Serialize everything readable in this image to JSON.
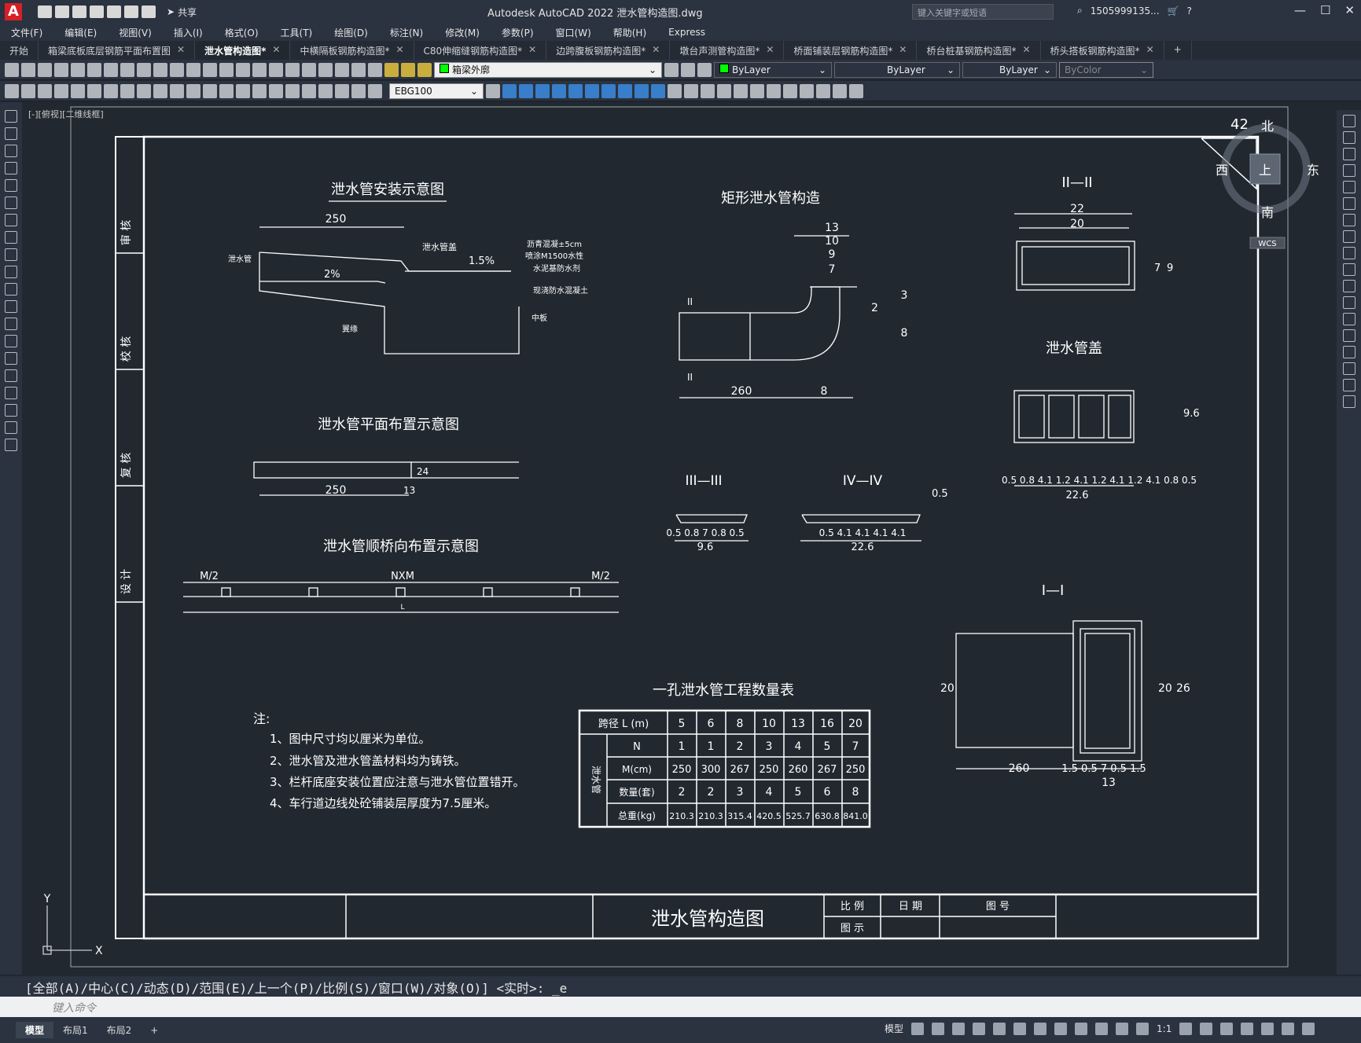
{
  "window": {
    "title": "Autodesk AutoCAD 2022    泄水管构造图.dwg",
    "search_placeholder": "键入关键字或短语",
    "user": "1505999135...",
    "share": "共享"
  },
  "menu": [
    "文件(F)",
    "编辑(E)",
    "视图(V)",
    "插入(I)",
    "格式(O)",
    "工具(T)",
    "绘图(D)",
    "标注(N)",
    "修改(M)",
    "参数(P)",
    "窗口(W)",
    "帮助(H)",
    "Express"
  ],
  "tabs": [
    {
      "label": "开始",
      "active": false,
      "closable": false
    },
    {
      "label": "箱梁底板底层钢筋平面布置图",
      "active": false,
      "closable": true
    },
    {
      "label": "泄水管构造图*",
      "active": true,
      "closable": true
    },
    {
      "label": "中横隔板钢筋构造图*",
      "active": false,
      "closable": true
    },
    {
      "label": "C80伸缩缝钢筋构造图*",
      "active": false,
      "closable": true
    },
    {
      "label": "边跨腹板钢筋构造图*",
      "active": false,
      "closable": true
    },
    {
      "label": "墩台声测管构造图*",
      "active": false,
      "closable": true
    },
    {
      "label": "桥面铺装层钢筋构造图*",
      "active": false,
      "closable": true
    },
    {
      "label": "桥台桩基钢筋构造图*",
      "active": false,
      "closable": true
    },
    {
      "label": "桥头搭板钢筋构造图*",
      "active": false,
      "closable": true
    }
  ],
  "toolbar": {
    "layer": "箱梁外廓",
    "color": "ByLayer",
    "linetype": "ByLayer",
    "lineweight": "ByLayer",
    "plotstyle": "ByColor",
    "dimstyle": "EBG100"
  },
  "viewport": {
    "label": "[-][俯视][二维线框]",
    "compass": {
      "n": "北",
      "s": "南",
      "e": "东",
      "w": "西",
      "top": "上",
      "wcs": "WCS"
    }
  },
  "drawing": {
    "title_block": {
      "name": "泄水管构造图",
      "scale": "比 例",
      "date": "日 期",
      "sheet_no": "图 号",
      "figure": "图 示"
    },
    "side_labels": [
      "审 核",
      "校 核",
      "复 核",
      "设 计"
    ],
    "views": {
      "install": "泄水管安装示意图",
      "rect": "矩形泄水管构造",
      "section_2": "II—II",
      "cover": "泄水管盖",
      "plan": "泄水管平面布置示意图",
      "section_3": "III—III",
      "section_4": "IV—IV",
      "along": "泄水管顺桥向布置示意图",
      "section_1": "I—I",
      "table": "一孔泄水管工程数量表"
    },
    "install_labels": {
      "dim": "250",
      "cover": "泄水管盖",
      "pipe": "泄水管",
      "slope1": "1.5%",
      "slope2": "2%",
      "n1": "沥青混凝±5cm",
      "n2": "喷涂M1500水性",
      "n3": "水泥基防水剂",
      "n4": "现浇防水混凝土",
      "web": "中板",
      "slab": "翼缘"
    },
    "notes": {
      "head": "注:",
      "items": [
        "1、图中尺寸均以厘米为单位。",
        "2、泄水管及泄水管盖材料均为铸铁。",
        "3、栏杆底座安装位置应注意与泄水管位置错开。",
        "4、车行道边线处砼铺装层厚度为7.5厘米。"
      ]
    },
    "along_labels": {
      "left": "M/2",
      "mid": "NXM",
      "right": "M/2",
      "bottom": "L"
    },
    "table": {
      "span_header": "跨径 L (m)",
      "spans": [
        "5",
        "6",
        "8",
        "10",
        "13",
        "16",
        "20"
      ],
      "group": "泄水管",
      "rows": [
        {
          "label": "N",
          "values": [
            "1",
            "1",
            "2",
            "3",
            "4",
            "5",
            "7"
          ]
        },
        {
          "label": "M(cm)",
          "values": [
            "250",
            "300",
            "267",
            "250",
            "260",
            "267",
            "250"
          ]
        },
        {
          "label": "数量(套)",
          "values": [
            "2",
            "2",
            "3",
            "4",
            "5",
            "6",
            "8"
          ]
        },
        {
          "label": "总重(kg)",
          "values": [
            "210.3",
            "210.3",
            "315.4",
            "420.5",
            "525.7",
            "630.8",
            "841.0"
          ]
        }
      ]
    },
    "page_number": "42"
  },
  "command": {
    "history": "[全部(A)/中心(C)/动态(D)/范围(E)/上一个(P)/比例(S)/窗口(W)/对象(O)] <实时>: _e",
    "placeholder": "键入命令"
  },
  "status": {
    "tabs": [
      "模型",
      "布局1",
      "布局2"
    ],
    "model": "模型",
    "scale": "1:1"
  }
}
